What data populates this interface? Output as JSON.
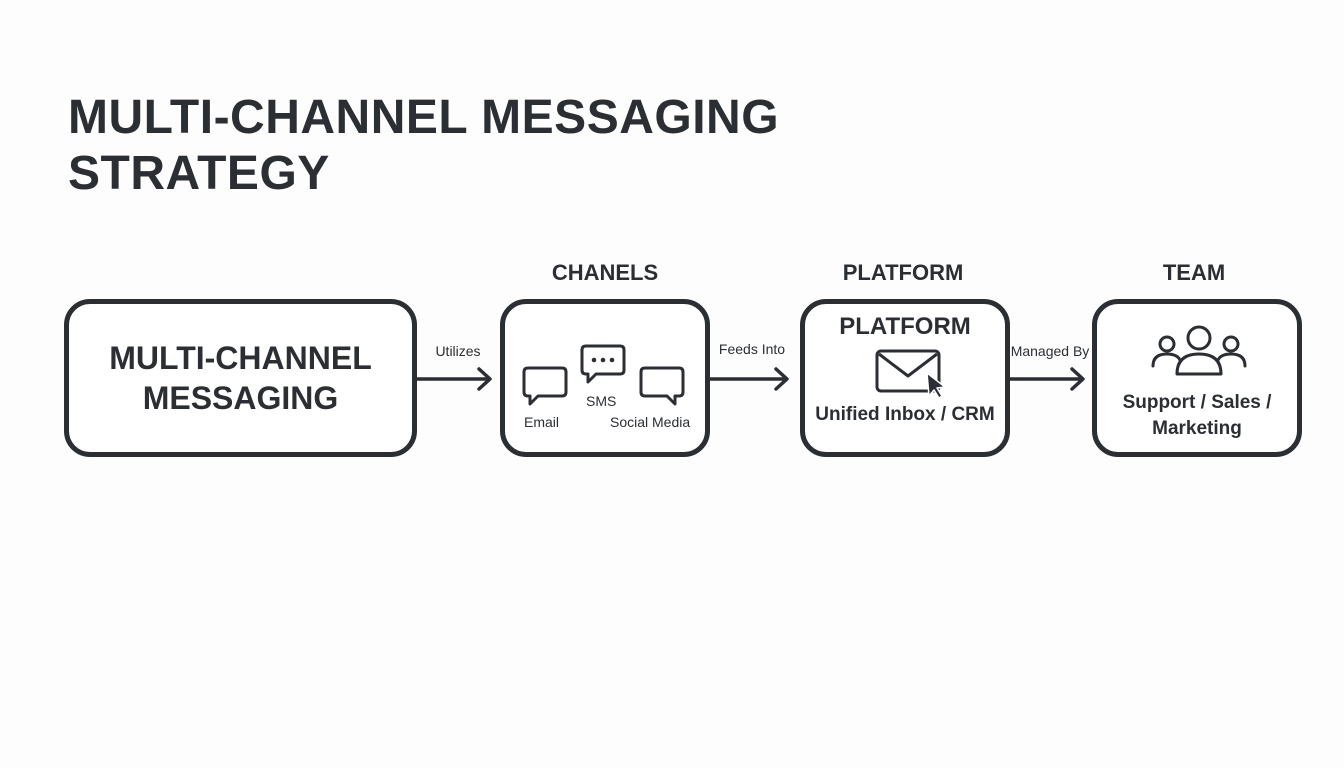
{
  "title": {
    "line1": "MULTI-CHANNEL MESSAGING",
    "line2": "STRATEGY"
  },
  "headers": {
    "channels": "CHANELS",
    "platform": "PLATFORM",
    "team": "TEAM"
  },
  "main_box": {
    "line1": "MULTI-CHANNEL",
    "line2": "MESSAGING"
  },
  "arrows": {
    "utilizes": "Utilizes",
    "feeds_into": "Feeds Into",
    "managed_by": "Managed By"
  },
  "channels": {
    "email": "Email",
    "sms": "SMS",
    "social": "Social Media"
  },
  "platform": {
    "title": "PLATFORM",
    "subtitle": "Unified Inbox / CRM"
  },
  "team": {
    "line1": "Support / Sales /",
    "line2": "Marketing"
  },
  "colors": {
    "stroke": "#2b2f33",
    "background": "#fdfdfd"
  },
  "icons": [
    "chat-bubble-icon",
    "sms-bubble-icon",
    "envelope-cursor-icon",
    "people-group-icon",
    "arrow-right-icon"
  ]
}
